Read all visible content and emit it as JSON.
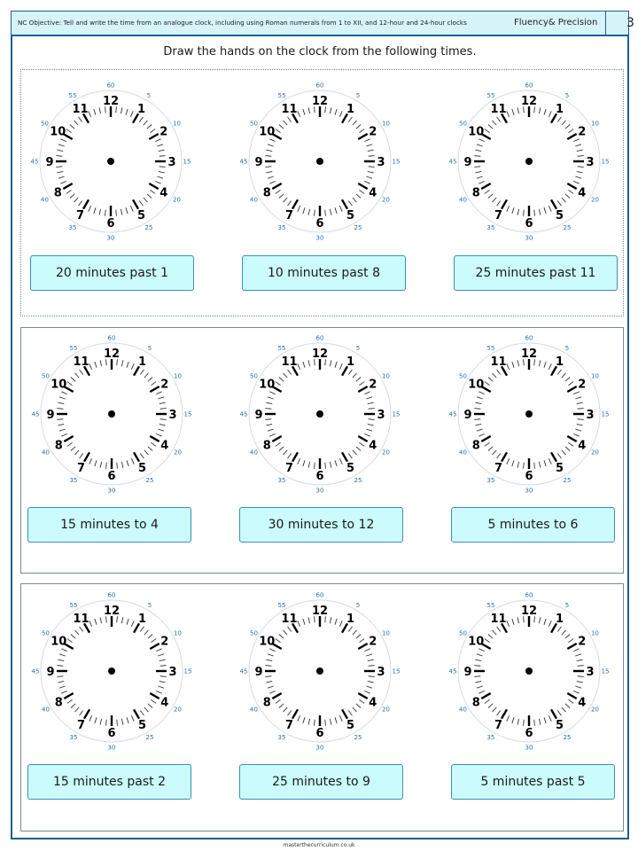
{
  "header": {
    "objective": "NC Objective: Tell and write the time from an analogue clock, including using Roman numerals from 1 to XII, and 12-hour and 24-hour clocks",
    "strand": "Fluency& Precision",
    "page_number": "3"
  },
  "instruction": "Draw the hands on the clock from the following times.",
  "clock_numbers": [
    "12",
    "1",
    "2",
    "3",
    "4",
    "5",
    "6",
    "7",
    "8",
    "9",
    "10",
    "11"
  ],
  "minute_labels": [
    "60",
    "5",
    "10",
    "15",
    "20",
    "25",
    "30",
    "35",
    "40",
    "45",
    "50",
    "55"
  ],
  "times": [
    "20 minutes past 1",
    "10 minutes past 8",
    "25 minutes past 11",
    "15 minutes to 4",
    "30 minutes to 12",
    "5 minutes to 6",
    "15 minutes past 2",
    "25 minutes to 9",
    "5 minutes past 5"
  ],
  "footer": "masterthecurriculum.co.uk",
  "colors": {
    "border": "#1f5f8b",
    "header_fill": "#d7f4fb",
    "box_fill": "#cbfbfd",
    "minute_label": "#2d6fa0"
  }
}
